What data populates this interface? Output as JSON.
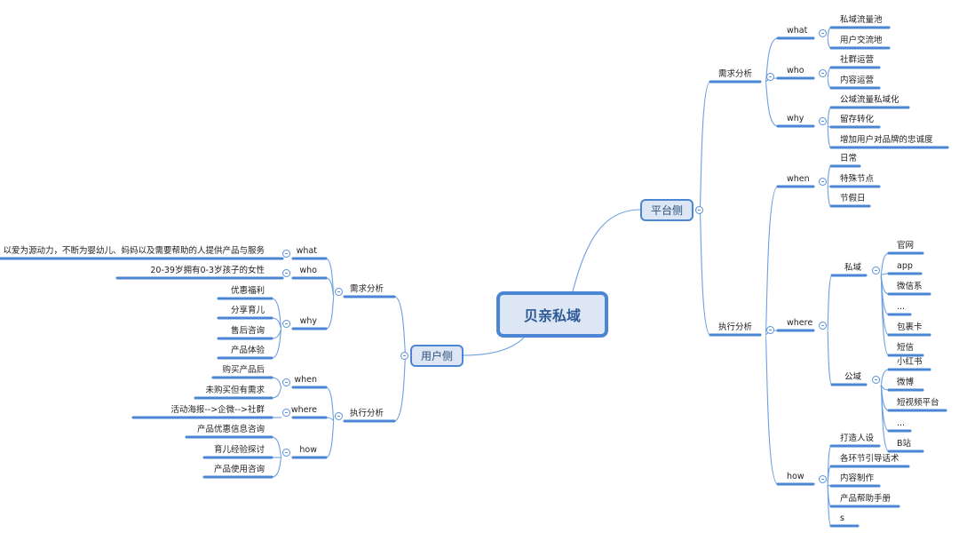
{
  "mindmap": {
    "root": "贝亲私域",
    "colors": {
      "line": "#6e9fe0",
      "underline": "#4a86d4",
      "box_fill": "#dce6f4",
      "box_border": "#4a86d4"
    },
    "right": {
      "label": "平台侧",
      "children": [
        {
          "label": "需求分析",
          "children": [
            {
              "label": "what",
              "children": [
                {
                  "label": "私域流量池"
                },
                {
                  "label": "用户交流地"
                }
              ]
            },
            {
              "label": "who",
              "children": [
                {
                  "label": "社群运营"
                },
                {
                  "label": "内容运营"
                }
              ]
            },
            {
              "label": "why",
              "children": [
                {
                  "label": "公域流量私域化"
                },
                {
                  "label": "留存转化"
                },
                {
                  "label": "增加用户对品牌的忠诚度"
                }
              ]
            }
          ]
        },
        {
          "label": "执行分析",
          "children": [
            {
              "label": "when",
              "children": [
                {
                  "label": "日常"
                },
                {
                  "label": "特殊节点"
                },
                {
                  "label": "节假日"
                }
              ]
            },
            {
              "label": "where",
              "children": [
                {
                  "label": "私域",
                  "children": [
                    {
                      "label": "官网"
                    },
                    {
                      "label": "app"
                    },
                    {
                      "label": "微信系"
                    },
                    {
                      "label": "..."
                    },
                    {
                      "label": "包裹卡"
                    },
                    {
                      "label": "短信"
                    }
                  ]
                },
                {
                  "label": "公域",
                  "children": [
                    {
                      "label": "小红书"
                    },
                    {
                      "label": "微博"
                    },
                    {
                      "label": "短视频平台"
                    },
                    {
                      "label": "..."
                    },
                    {
                      "label": "B站"
                    }
                  ]
                }
              ]
            },
            {
              "label": "how",
              "children": [
                {
                  "label": "打造人设"
                },
                {
                  "label": "各环节引导话术"
                },
                {
                  "label": "内容制作"
                },
                {
                  "label": "产品帮助手册"
                },
                {
                  "label": "s"
                }
              ]
            }
          ]
        }
      ]
    },
    "left": {
      "label": "用户侧",
      "children": [
        {
          "label": "需求分析",
          "children": [
            {
              "label": "what",
              "children": [
                {
                  "label": "以爱为源动力，不断为婴幼儿、妈妈以及需要帮助的人提供产品与服务"
                }
              ]
            },
            {
              "label": "who",
              "children": [
                {
                  "label": "20-39岁拥有0-3岁孩子的女性"
                }
              ]
            },
            {
              "label": "why",
              "children": [
                {
                  "label": "优惠福利"
                },
                {
                  "label": "分享育儿"
                },
                {
                  "label": "售后咨询"
                },
                {
                  "label": "产品体验"
                }
              ]
            }
          ]
        },
        {
          "label": "执行分析",
          "children": [
            {
              "label": "when",
              "children": [
                {
                  "label": "购买产品后"
                },
                {
                  "label": "未购买但有需求"
                }
              ]
            },
            {
              "label": "where",
              "children": [
                {
                  "label": "活动海报-->企微-->社群"
                }
              ]
            },
            {
              "label": "how",
              "children": [
                {
                  "label": "产品优惠信息咨询"
                },
                {
                  "label": "育儿经验探讨"
                },
                {
                  "label": "产品使用咨询"
                }
              ]
            }
          ]
        }
      ]
    }
  }
}
